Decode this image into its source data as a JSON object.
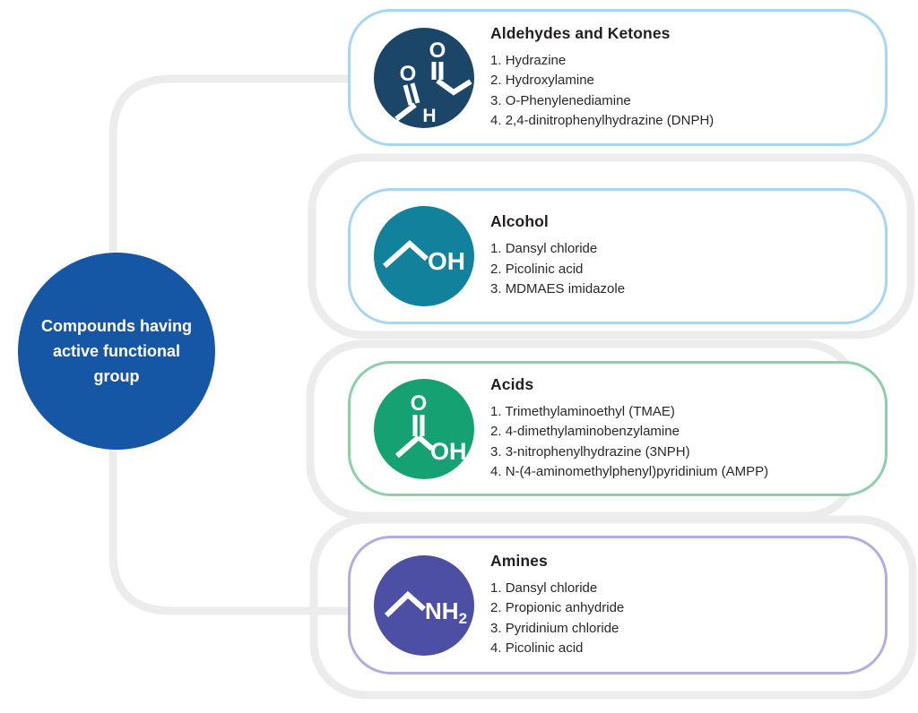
{
  "diagram": {
    "root": {
      "label": "Compounds having active functional group",
      "lines": [
        "Compounds having",
        "active functional",
        "group"
      ],
      "color": "#1657a5",
      "text_color": "#ffffff"
    },
    "connector_color": "#ececec",
    "text_color": "#231f20",
    "categories": [
      {
        "title": "Aldehydes and Ketones",
        "border_color": "#a7d6f4",
        "icon": {
          "name": "aldehyde-ketone-structure",
          "circle_color": "#1b4668",
          "labels": {
            "ketone_o": "O",
            "aldehyde_o": "O",
            "aldehyde_h": "H"
          }
        },
        "items": [
          "Hydrazine",
          "Hydroxylamine",
          "O-Phenylenediamine",
          "2,4-dinitrophenylhydrazine (DNPH)"
        ]
      },
      {
        "title": "Alcohol",
        "border_color": "#a7d6f4",
        "icon": {
          "name": "alcohol-structure",
          "circle_color": "#12819c",
          "labels": {
            "oh": "OH"
          }
        },
        "items": [
          "Dansyl chloride",
          "Picolinic acid",
          "MDMAES imidazole"
        ]
      },
      {
        "title": "Acids",
        "border_color": "#8ccfa9",
        "icon": {
          "name": "carboxylic-acid-structure",
          "circle_color": "#16a173",
          "labels": {
            "o": "O",
            "oh": "OH"
          }
        },
        "items": [
          "Trimethylaminoethyl (TMAE)",
          "4-dimethylaminobenzylamine",
          "3-nitrophenylhydrazine (3NPH)",
          "N-(4-aminomethylphenyl)pyridinium (AMPP)"
        ]
      },
      {
        "title": "Amines",
        "border_color": "#b5abdf",
        "icon": {
          "name": "primary-amine-structure",
          "circle_color": "#4c4fa4",
          "labels": {
            "nh": "NH",
            "sub": "2"
          }
        },
        "items": [
          "Dansyl chloride",
          "Propionic anhydride",
          "Pyridinium chloride",
          "Picolinic acid"
        ]
      }
    ]
  }
}
